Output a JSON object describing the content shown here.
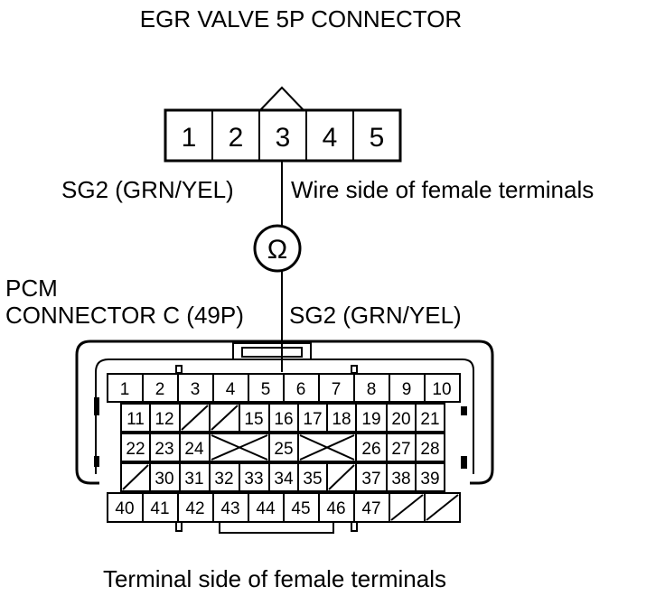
{
  "diagram": {
    "title": "EGR VALVE 5P CONNECTOR",
    "egr_pins": [
      "1",
      "2",
      "3",
      "4",
      "5"
    ],
    "wire_label_top": "SG2 (GRN/YEL)",
    "wire_side_label": "Wire side of female terminals",
    "meter_symbol": "Ω",
    "pcm_label": "PCM",
    "connector_label": "CONNECTOR C (49P)",
    "wire_label_bottom": "SG2 (GRN/YEL)",
    "terminal_side_label": "Terminal side of female terminals",
    "pcm_rows": [
      [
        "1",
        "2",
        "3",
        "4",
        "5",
        "6",
        "7",
        "8",
        "9",
        "10"
      ],
      [
        "11",
        "12",
        "15",
        "16",
        "17",
        "18",
        "19",
        "20",
        "21"
      ],
      [
        "22",
        "23",
        "24",
        "25",
        "26",
        "27",
        "28"
      ],
      [
        "30",
        "31",
        "32",
        "33",
        "34",
        "35",
        "37",
        "38",
        "39"
      ],
      [
        "40",
        "41",
        "42",
        "43",
        "44",
        "45",
        "46",
        "47"
      ]
    ]
  }
}
